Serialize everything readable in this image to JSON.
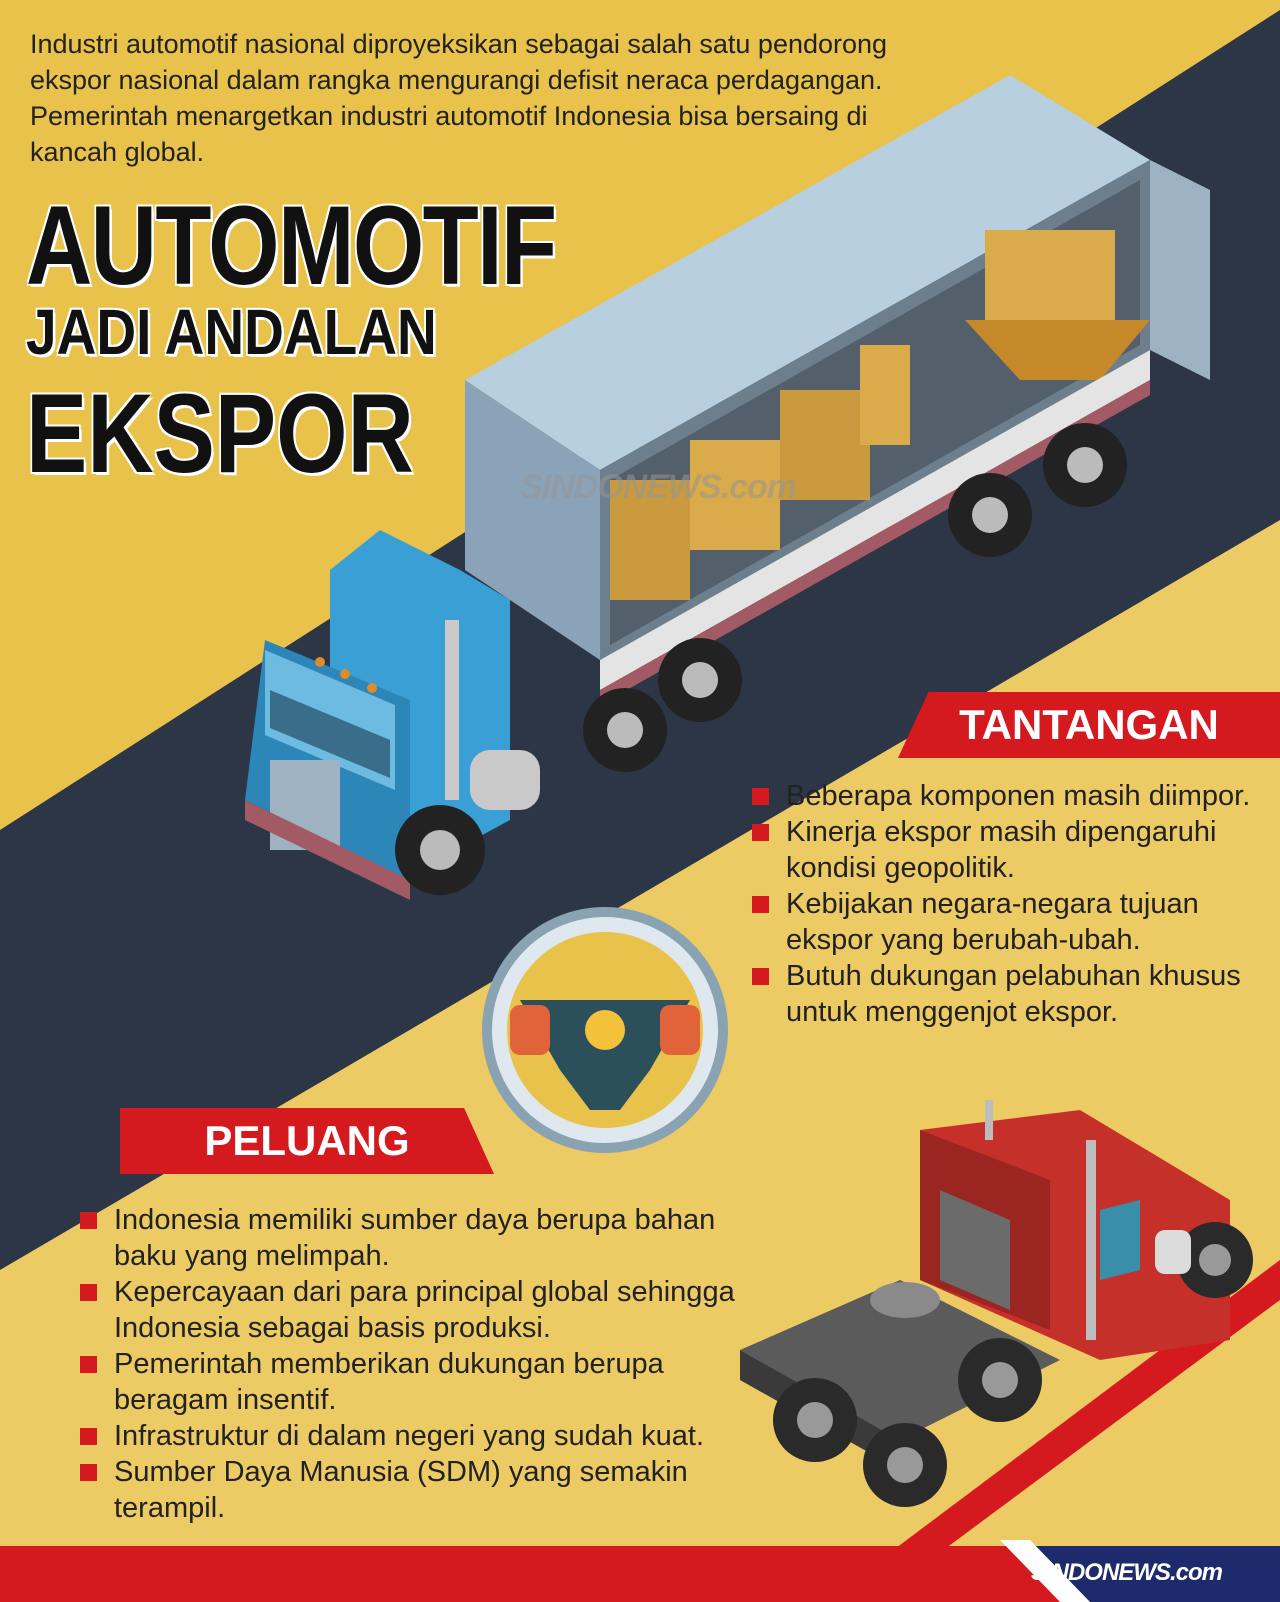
{
  "intro": "Industri automotif nasional diproyeksikan sebagai salah satu pendorong ekspor nasional dalam rangka mengurangi defisit neraca perdagangan. Pemerintah menargetkan industri automotif Indonesia bisa bersaing di kancah global.",
  "title": {
    "line1": "AUTOMOTIF",
    "line2": "JADI ANDALAN",
    "line3": "EKSPOR"
  },
  "watermark": "SINDONEWS.com",
  "tantangan": {
    "heading": "TANTANGAN",
    "items": [
      "Beberapa komponen masih diimpor.",
      "Kinerja ekspor masih dipengaruhi kondisi geopolitik.",
      "Kebijakan negara-negara tujuan ekspor yang berubah-ubah.",
      "Butuh dukungan pelabuhan khusus untuk menggenjot ekspor."
    ]
  },
  "peluang": {
    "heading": "PELUANG",
    "items": [
      "Indonesia memiliki sumber daya berupa bahan baku yang melimpah.",
      "Kepercayaan dari para principal global sehingga Indonesia sebagai basis produksi.",
      "Pemerintah memberikan dukungan berupa beragam insentif.",
      "Infrastruktur di dalam negeri yang sudah kuat.",
      "Sumber Daya Manusia (SDM) yang semakin terampil."
    ]
  },
  "footer_logo": "SINDONEWS.com",
  "colors": {
    "yellow": "#e8c24a",
    "road": "#2c3646",
    "accent_red": "#d41a1f",
    "text": "#222222"
  },
  "icons": [
    "blue-truck-icon",
    "steering-wheel-icon",
    "red-truck-icon"
  ]
}
